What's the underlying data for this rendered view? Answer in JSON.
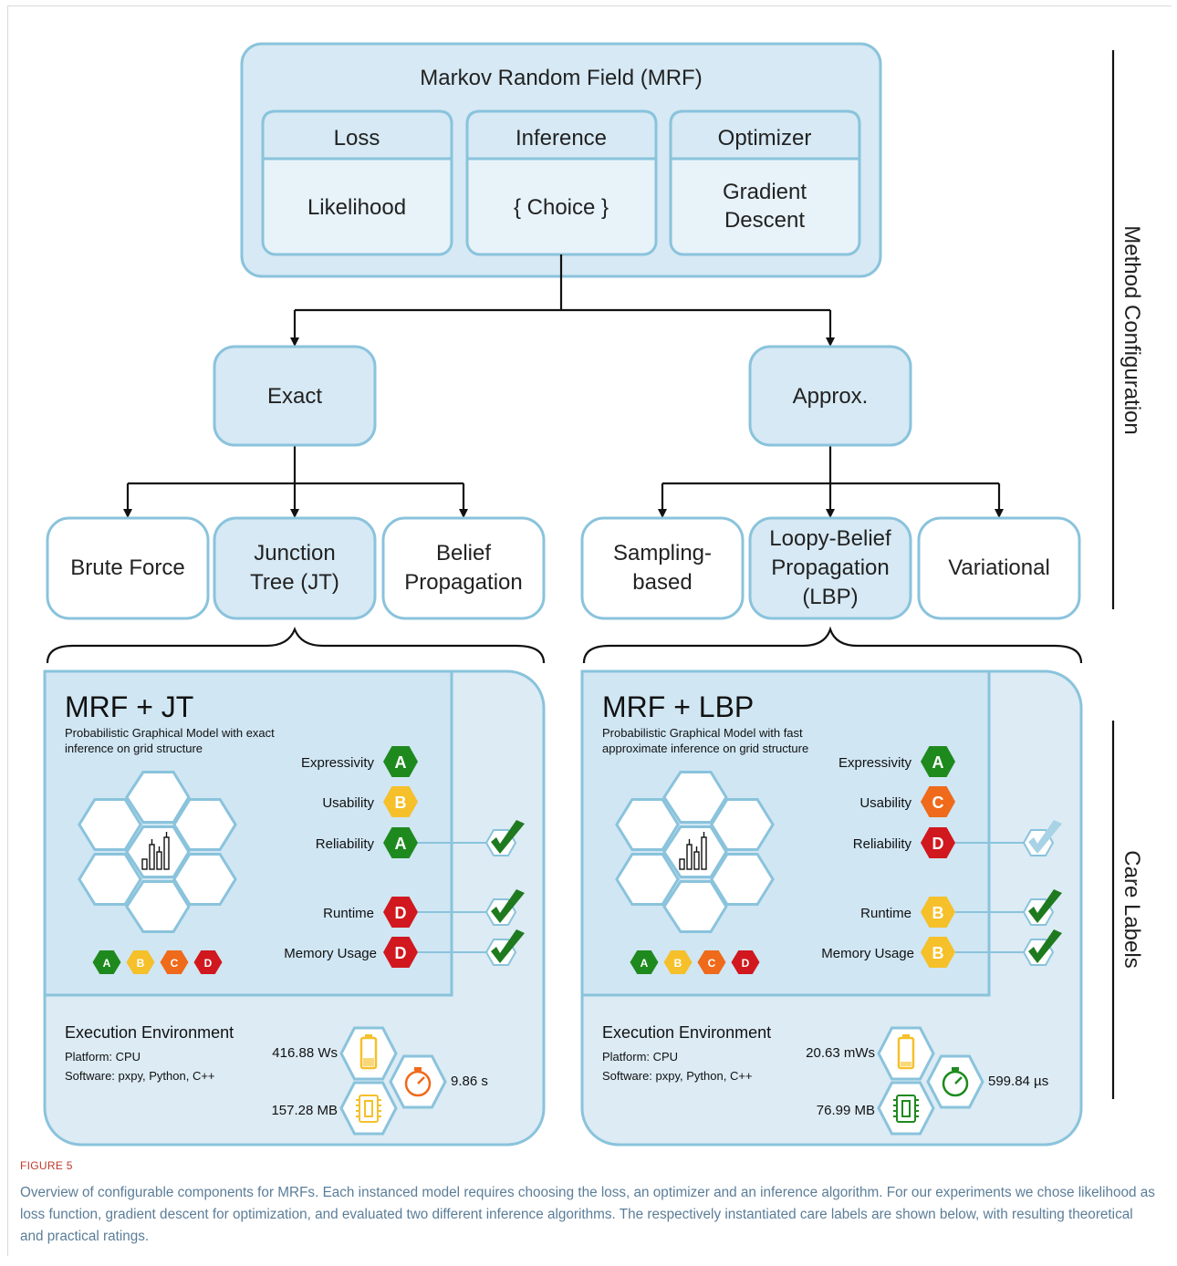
{
  "mrf": {
    "title": "Markov Random Field (MRF)",
    "components": [
      {
        "header": "Loss",
        "value": [
          "Likelihood"
        ]
      },
      {
        "header": "Inference",
        "value": [
          "{ Choice }"
        ]
      },
      {
        "header": "Optimizer",
        "value": [
          "Gradient",
          "Descent"
        ]
      }
    ]
  },
  "branches": {
    "exact": {
      "label": "Exact",
      "methods": [
        {
          "lines": [
            "Brute Force"
          ],
          "highlighted": false
        },
        {
          "lines": [
            "Junction",
            "Tree (JT)"
          ],
          "highlighted": true
        },
        {
          "lines": [
            "Belief",
            "Propagation"
          ],
          "highlighted": false
        }
      ]
    },
    "approx": {
      "label": "Approx.",
      "methods": [
        {
          "lines": [
            "Sampling-",
            "based"
          ],
          "highlighted": false
        },
        {
          "lines": [
            "Loopy-Belief",
            "Propagation",
            "(LBP)"
          ],
          "highlighted": true
        },
        {
          "lines": [
            "Variational"
          ],
          "highlighted": false
        }
      ]
    }
  },
  "side_labels": {
    "method": "Method Configuration",
    "care": "Care Labels"
  },
  "care_labels": [
    {
      "title": "MRF + JT",
      "description": [
        "Probabilistic Graphical Model with exact",
        "inference on grid structure"
      ],
      "ratings": [
        {
          "name": "Expressivity",
          "grade": "A"
        },
        {
          "name": "Usability",
          "grade": "B"
        },
        {
          "name": "Reliability",
          "grade": "A"
        },
        {
          "name": "Runtime",
          "grade": "D"
        },
        {
          "name": "Memory Usage",
          "grade": "D"
        }
      ],
      "checks": [
        {
          "row": "Reliability",
          "style": "solid"
        },
        {
          "row": "Runtime",
          "style": "solid"
        },
        {
          "row": "Memory Usage",
          "style": "solid"
        }
      ],
      "scale": [
        "A",
        "B",
        "C",
        "D"
      ],
      "env": {
        "title": "Execution Environment",
        "platform": "Platform: CPU",
        "software": "Software: pxpy, Python, C++",
        "energy": {
          "value": "416.88 Ws",
          "grade": "B"
        },
        "time": {
          "value": "9.86 s",
          "grade": "C"
        },
        "memory": {
          "value": "157.28 MB",
          "grade": "B"
        }
      }
    },
    {
      "title": "MRF + LBP",
      "description": [
        "Probabilistic Graphical Model with fast",
        "approximate inference on grid structure"
      ],
      "ratings": [
        {
          "name": "Expressivity",
          "grade": "A"
        },
        {
          "name": "Usability",
          "grade": "C"
        },
        {
          "name": "Reliability",
          "grade": "D"
        },
        {
          "name": "Runtime",
          "grade": "B"
        },
        {
          "name": "Memory Usage",
          "grade": "B"
        }
      ],
      "checks": [
        {
          "row": "Reliability",
          "style": "faded"
        },
        {
          "row": "Runtime",
          "style": "solid"
        },
        {
          "row": "Memory Usage",
          "style": "solid"
        }
      ],
      "scale": [
        "A",
        "B",
        "C",
        "D"
      ],
      "env": {
        "title": "Execution Environment",
        "platform": "Platform: CPU",
        "software": "Software: pxpy, Python, C++",
        "energy": {
          "value": "20.63 mWs",
          "grade": "B"
        },
        "time": {
          "value": "599.84 µs",
          "grade": "A"
        },
        "memory": {
          "value": "76.99 MB",
          "grade": "A"
        }
      }
    }
  ],
  "grade_colors": {
    "A": "#1e8a1e",
    "B": "#f5c02a",
    "C": "#ef6a1a",
    "D": "#d0181e"
  },
  "colors": {
    "box_fill": "#d6e9f4",
    "box_stroke": "#8ac3dc",
    "inner_fill": "#e7f2f9",
    "check": "#1f7a1f",
    "check_faded": "#a8d2e6"
  },
  "figure": {
    "label": "FIGURE 5",
    "caption": "Overview of configurable components for MRFs. Each instanced model requires choosing the loss, an optimizer and an inference algorithm. For our experiments we chose likelihood as loss function, gradient descent for optimization, and evaluated two different inference algorithms. The respectively instantiated care labels are shown below, with resulting theoretical and practical ratings."
  }
}
